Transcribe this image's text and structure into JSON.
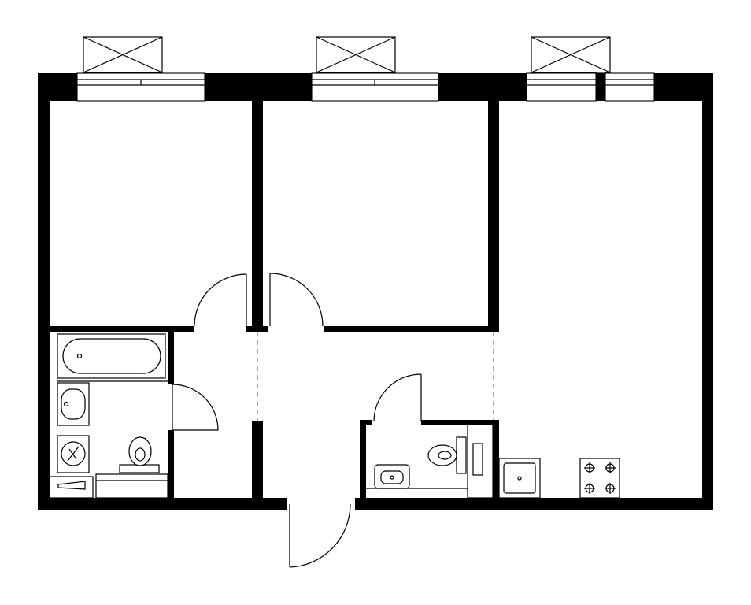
{
  "plan": {
    "type": "apartment-floor-plan",
    "rooms": [
      "bedroom",
      "bedroom",
      "kitchen-living",
      "hallway",
      "bathroom",
      "toilet"
    ],
    "colors": {
      "wall": "#000000",
      "line": "#000000",
      "background": "#ffffff"
    },
    "icons": [
      "bathtub-icon",
      "sink-icon",
      "washing-machine-icon",
      "toilet-icon",
      "water-heater-icon",
      "kitchen-sink-icon",
      "stove-icon",
      "ac-unit-icon"
    ]
  }
}
